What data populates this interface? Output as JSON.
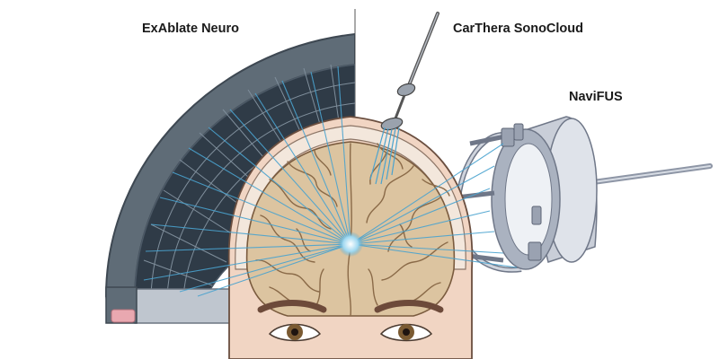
{
  "labels": {
    "exablate": "ExAblate Neuro",
    "sonocloud": "CarThera SonoCloud",
    "navifus": "NaviFUS"
  },
  "colors": {
    "helmet_outer": "#5f6c77",
    "helmet_inner": "#2f3b47",
    "helmet_grid": "#8796a3",
    "beam": "#4aa3cf",
    "focus": "#9fd8f0",
    "brain": "#dcc4a0",
    "sulci": "#8a6a48",
    "skin": "#f1d5c3",
    "skull": "#f3e7dc",
    "transducer_metal": "#c9ced8",
    "transducer_dark": "#8e96a6"
  },
  "icons": {
    "exablate": "hemispherical-helmet-transducer-icon",
    "sonocloud": "implanted-probe-icon",
    "navifus": "cylindrical-transducer-icon"
  }
}
